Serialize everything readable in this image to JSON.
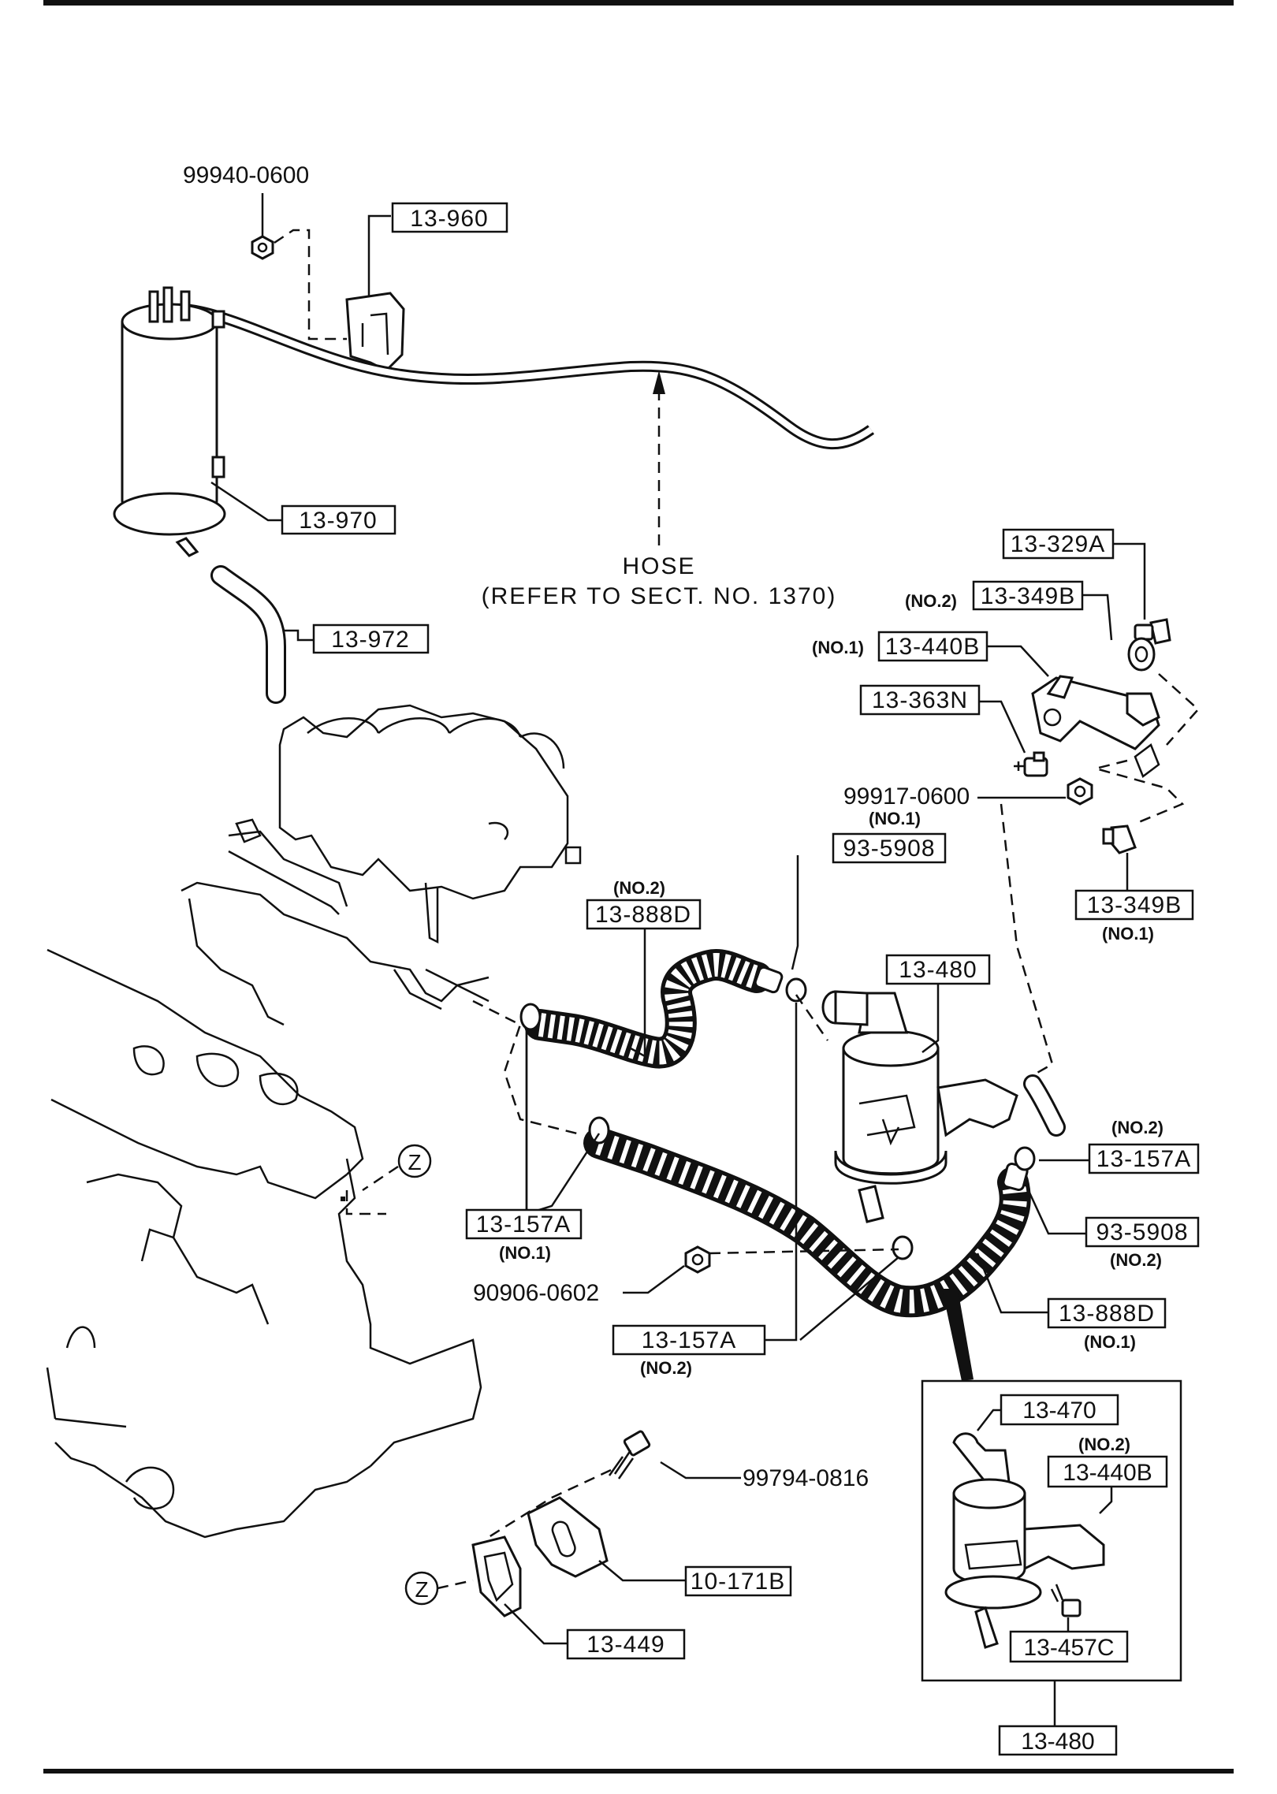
{
  "callouts": {
    "p_99940_0600": "99940-0600",
    "p_13_960": "13-960",
    "p_13_970": "13-970",
    "p_13_972": "13-972",
    "hose_line1": "HOSE",
    "hose_line2": "(REFER TO SECT. NO. 1370)",
    "p_13_329a": "13-329A",
    "p_13_349b_no2": "13-349B",
    "no2_a": "(NO.2)",
    "p_13_440b_no1": "13-440B",
    "no1_a": "(NO.1)",
    "p_13_363n": "13-363N",
    "p_99917_0600": "99917-0600",
    "no1_b": "(NO.1)",
    "p_93_5908_top": "93-5908",
    "no2_b": "(NO.2)",
    "p_13_888d_top": "13-888D",
    "p_13_349b_no1": "13-349B",
    "no1_c": "(NO.1)",
    "p_13_480_top": "13-480",
    "no2_c": "(NO.2)",
    "p_13_157a_right": "13-157A",
    "p_13_157a_left": "13-157A",
    "no1_d": "(NO.1)",
    "p_93_5908_right": "93-5908",
    "no2_d": "(NO.2)",
    "p_90906_0602": "90906-0602",
    "p_13_888d_bottom": "13-888D",
    "no1_e": "(NO.1)",
    "p_13_157a_bottom": "13-157A",
    "no2_e": "(NO.2)",
    "p_99794_0816": "99794-0816",
    "p_10_171b": "10-171B",
    "p_13_449": "13-449",
    "z_mark": "Z",
    "inset": {
      "p_13_470": "13-470",
      "no2": "(NO.2)",
      "p_13_440b": "13-440B",
      "p_13_457c": "13-457C",
      "p_13_480": "13-480"
    }
  }
}
